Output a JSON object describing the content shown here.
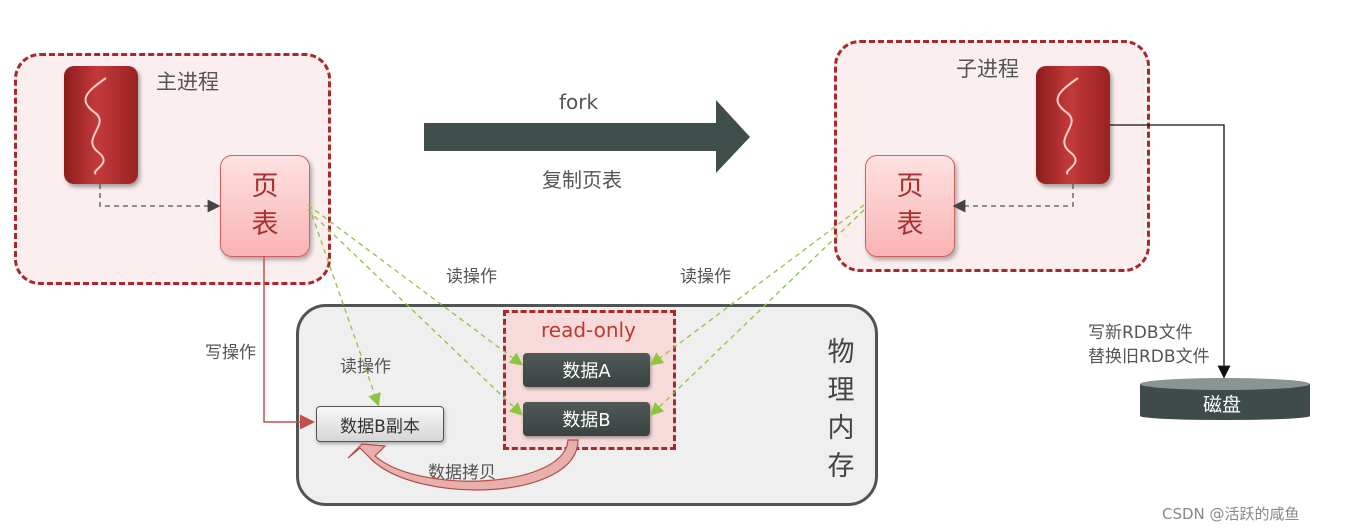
{
  "main_process": {
    "title": "主进程",
    "page_table": [
      "页",
      "表"
    ]
  },
  "child_process": {
    "title": "子进程",
    "page_table": [
      "页",
      "表"
    ]
  },
  "fork_arrow": {
    "top_label": "fork",
    "bottom_label": "复制页表"
  },
  "labels": {
    "read_op_left": "读操作",
    "read_op_right": "读操作",
    "read_op_inner": "读操作",
    "write_op": "写操作",
    "data_copy_op": "数据拷贝",
    "write_rdb_line1": "写新RDB文件",
    "write_rdb_line2": "替换旧RDB文件"
  },
  "physical_memory": {
    "label": [
      "物",
      "理",
      "内",
      "存"
    ],
    "readonly_title": "read-only",
    "data_a": "数据A",
    "data_b": "数据B",
    "data_b_copy": "数据B副本"
  },
  "disk": {
    "label": "磁盘"
  },
  "watermark": "CSDN @活跃的咸鱼",
  "colors": {
    "dashed_border": "#a8282c",
    "read_arrow": "#8cc63f",
    "write_arrow": "#c0504d",
    "fork_arrow": "#3f4e4b"
  }
}
